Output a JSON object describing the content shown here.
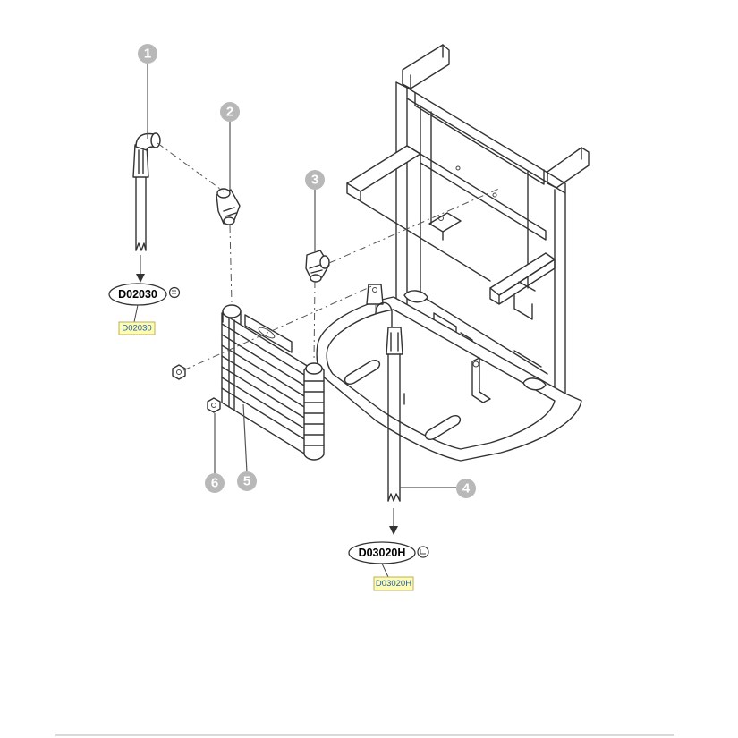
{
  "callouts": [
    {
      "label": "1"
    },
    {
      "label": "2"
    },
    {
      "label": "3"
    },
    {
      "label": "4"
    },
    {
      "label": "5"
    },
    {
      "label": "6"
    }
  ],
  "references": [
    {
      "code": "D02030",
      "tag": "D02030"
    },
    {
      "code": "D03020H",
      "tag": "D03020H"
    }
  ],
  "colors": {
    "callout_bubble": "#b8b8b8",
    "tag_fill": "#fffbb0",
    "tag_text": "#1f5fb0",
    "line": "#333333"
  }
}
